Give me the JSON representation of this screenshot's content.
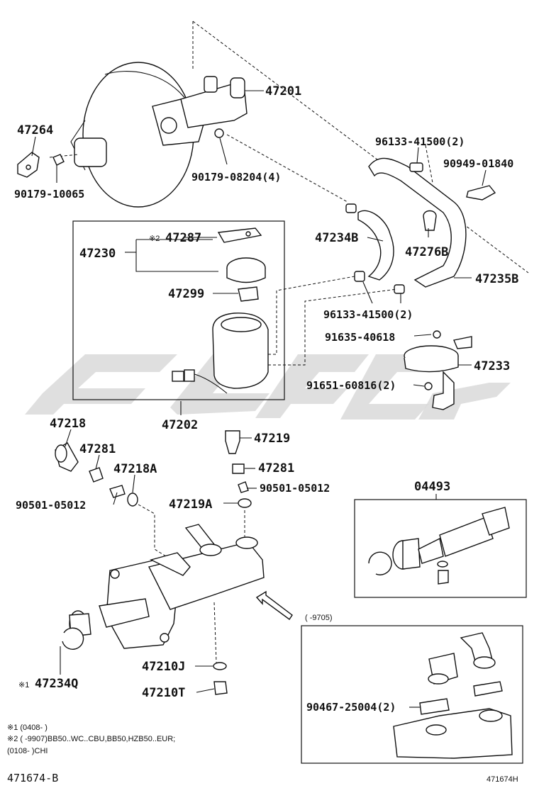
{
  "labels": {
    "p47201": "47201",
    "p47264": "47264",
    "p90179_10065": "90179-10065",
    "p90179_08204": "90179-08204(4)",
    "p96133_top": "96133-41500(2)",
    "p90949": "90949-01840",
    "p47234B": "47234B",
    "p47276B": "47276B",
    "p47235B": "47235B",
    "p96133_bot": "96133-41500(2)",
    "p91635": "91635-40618",
    "p47233": "47233",
    "p91651": "91651-60816(2)",
    "p47230": "47230",
    "p47287_prefix": "※2",
    "p47287": "47287",
    "p47299": "47299",
    "p47202": "47202",
    "p47218": "47218",
    "p47281_left": "47281",
    "p47218A": "47218A",
    "p90501_left": "90501-05012",
    "p47219": "47219",
    "p47281_right": "47281",
    "p90501_right": "90501-05012",
    "p47219A": "47219A",
    "p04493": "04493",
    "p9705": "(      -9705)",
    "p90467": "90467-25004(2)",
    "p47210J": "47210J",
    "p47210T": "47210T",
    "p47234Q": "47234Q",
    "p47234Q_prefix": "※1"
  },
  "notes": {
    "line1": "※1 (0408-        )",
    "line2": "※2 (       -9907)BB50..WC..CBU,BB50,HZB50..EUR;",
    "line3": "(0108-        )CHI"
  },
  "footer": {
    "left_code": "471674-B",
    "right_code": "471674H"
  }
}
